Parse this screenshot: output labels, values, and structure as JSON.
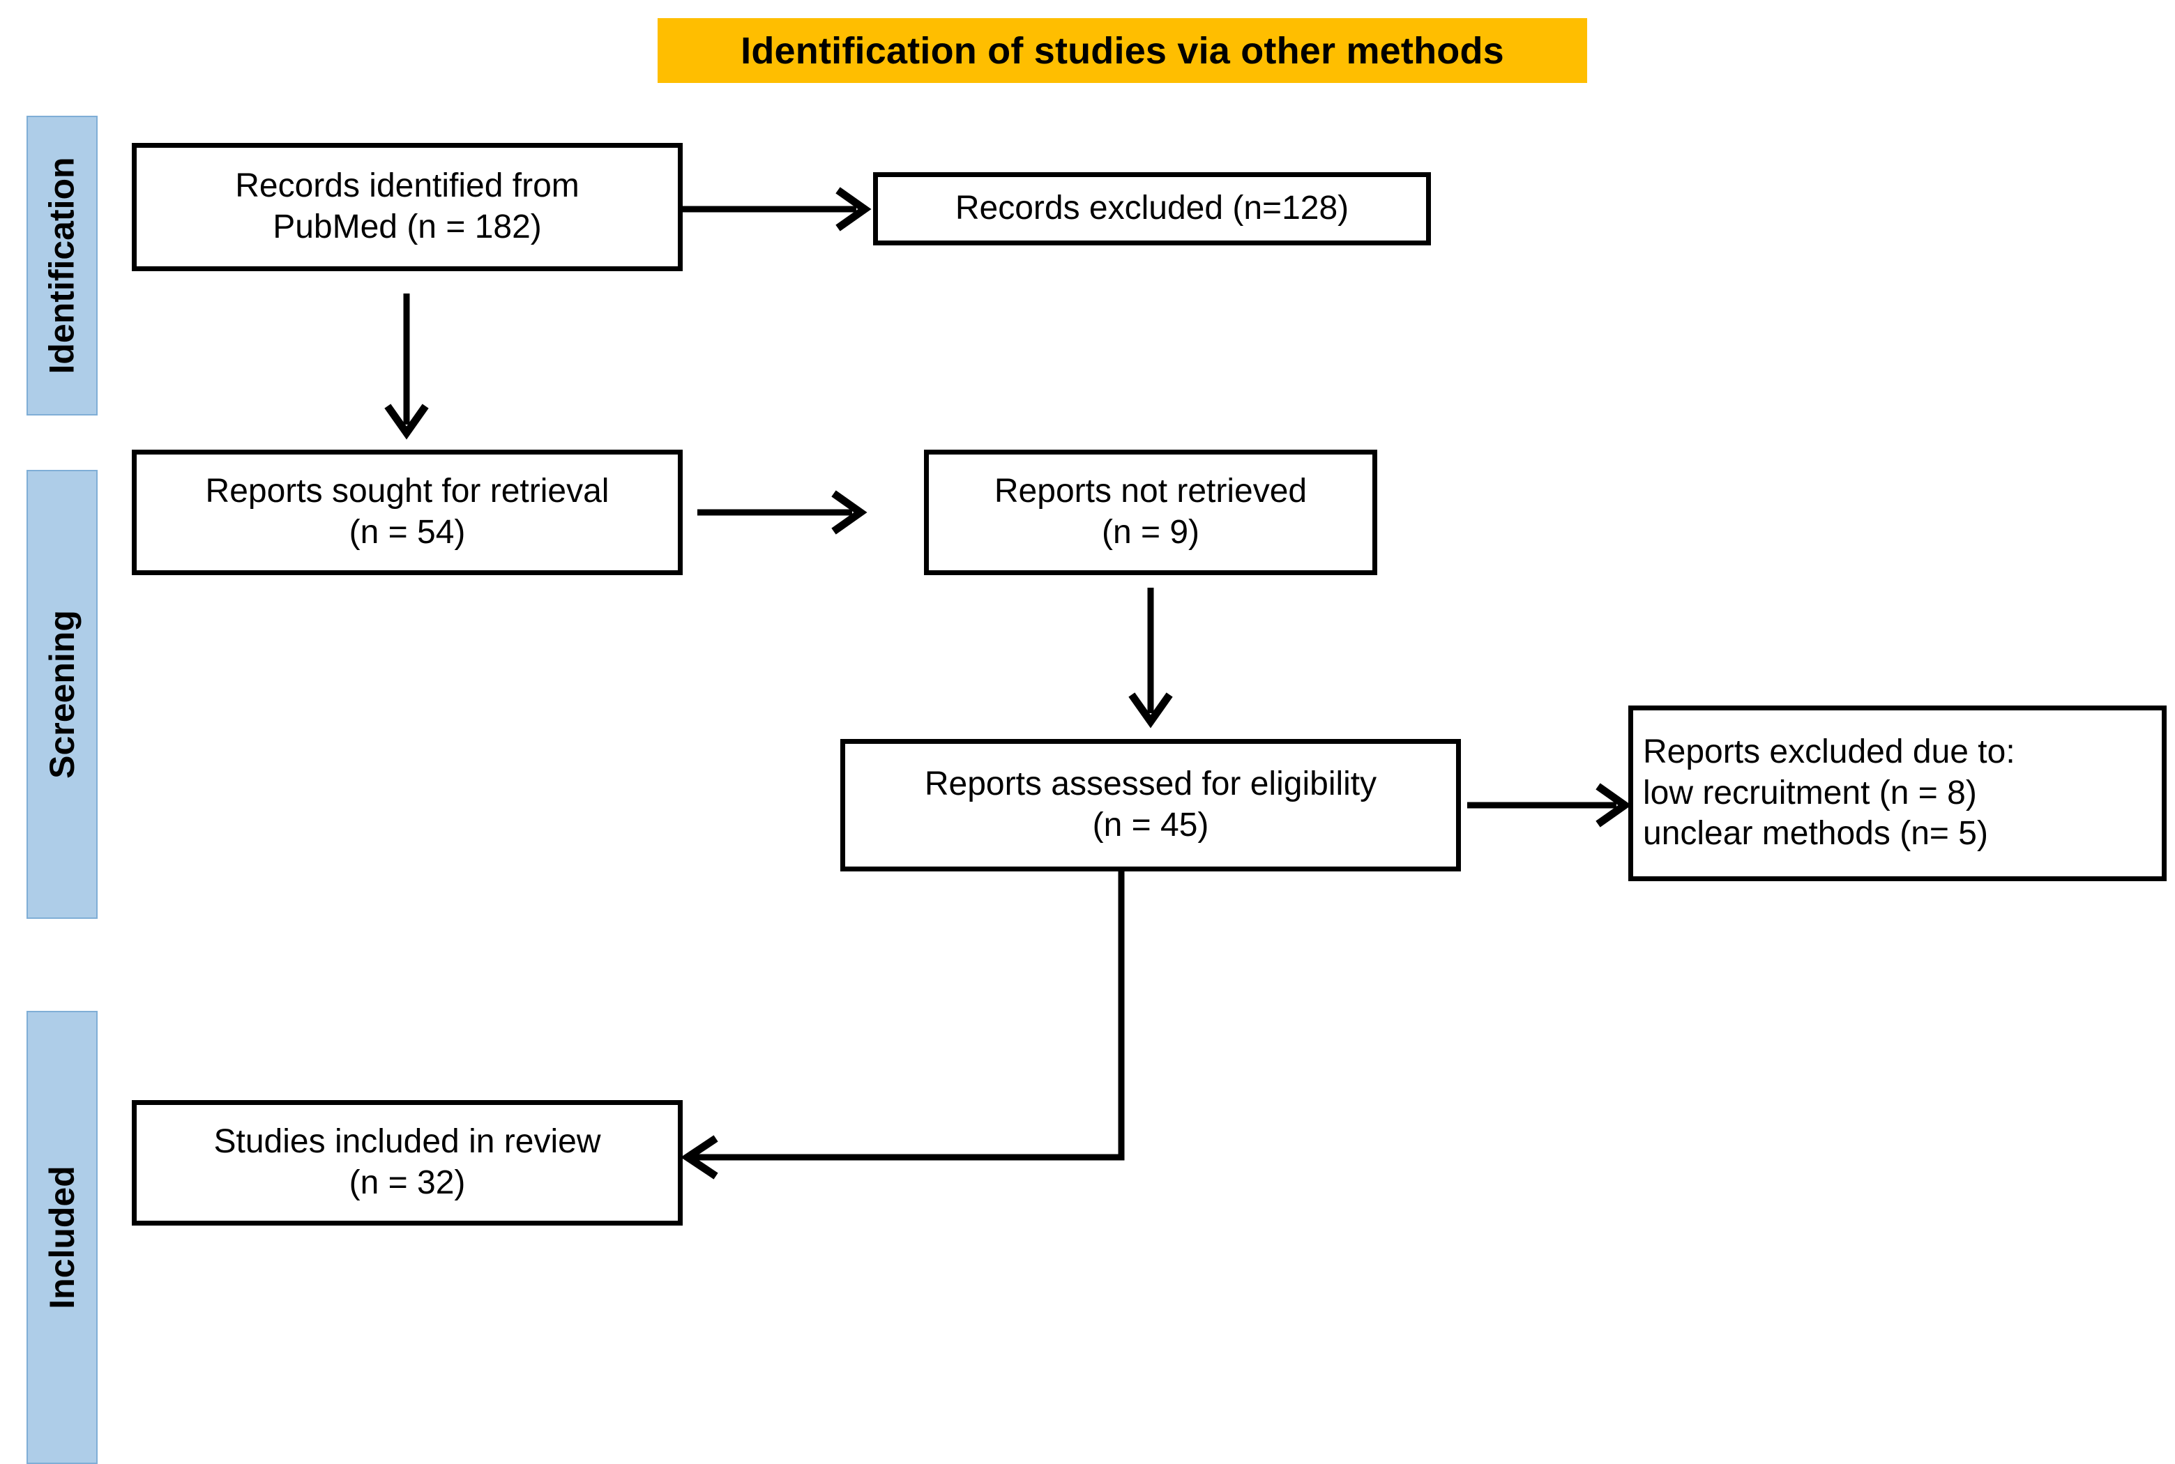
{
  "header": {
    "title": "Identification of studies via other methods",
    "background_color": "#FFBE00",
    "text_color": "#000000"
  },
  "stages": [
    {
      "label": "Identification",
      "color": "#AECDE8"
    },
    {
      "label": "Screening",
      "color": "#AECDE8"
    },
    {
      "label": "Included",
      "color": "#AECDE8"
    }
  ],
  "nodes": {
    "records_identified": {
      "line1": "Records identified from",
      "line2": "PubMed (n = 182)"
    },
    "records_excluded": {
      "line1": "Records excluded (n=128)"
    },
    "reports_sought": {
      "line1": "Reports sought for retrieval",
      "line2": "(n = 54)"
    },
    "reports_not_retrieved": {
      "line1": "Reports not retrieved",
      "line2": "(n = 9)"
    },
    "reports_assessed": {
      "line1": "Reports assessed for eligibility",
      "line2": "(n = 45)"
    },
    "reports_excluded_reasons": {
      "line1": "Reports excluded due to:",
      "line2": "low recruitment (n = 8)",
      "line3": "unclear methods  (n= 5)"
    },
    "studies_included": {
      "line1": "Studies included in review",
      "line2": "(n = 32)"
    }
  },
  "chart_data": {
    "type": "diagram",
    "title": "Identification of studies via other methods",
    "diagram_kind": "PRISMA flow diagram",
    "stages": [
      "Identification",
      "Screening",
      "Included"
    ],
    "counts": {
      "records_identified_pubmed": 182,
      "records_excluded": 128,
      "reports_sought_for_retrieval": 54,
      "reports_not_retrieved": 9,
      "reports_assessed_for_eligibility": 45,
      "reports_excluded_low_recruitment": 8,
      "reports_excluded_unclear_methods": 5,
      "studies_included_in_review": 32
    },
    "edges": [
      {
        "from": "records_identified",
        "to": "records_excluded",
        "direction": "right"
      },
      {
        "from": "records_identified",
        "to": "reports_sought",
        "direction": "down"
      },
      {
        "from": "reports_sought",
        "to": "reports_not_retrieved",
        "direction": "right"
      },
      {
        "from": "reports_not_retrieved",
        "to": "reports_assessed",
        "direction": "down"
      },
      {
        "from": "reports_assessed",
        "to": "reports_excluded_reasons",
        "direction": "right"
      },
      {
        "from": "reports_assessed",
        "to": "studies_included",
        "direction": "down-then-left"
      }
    ]
  }
}
